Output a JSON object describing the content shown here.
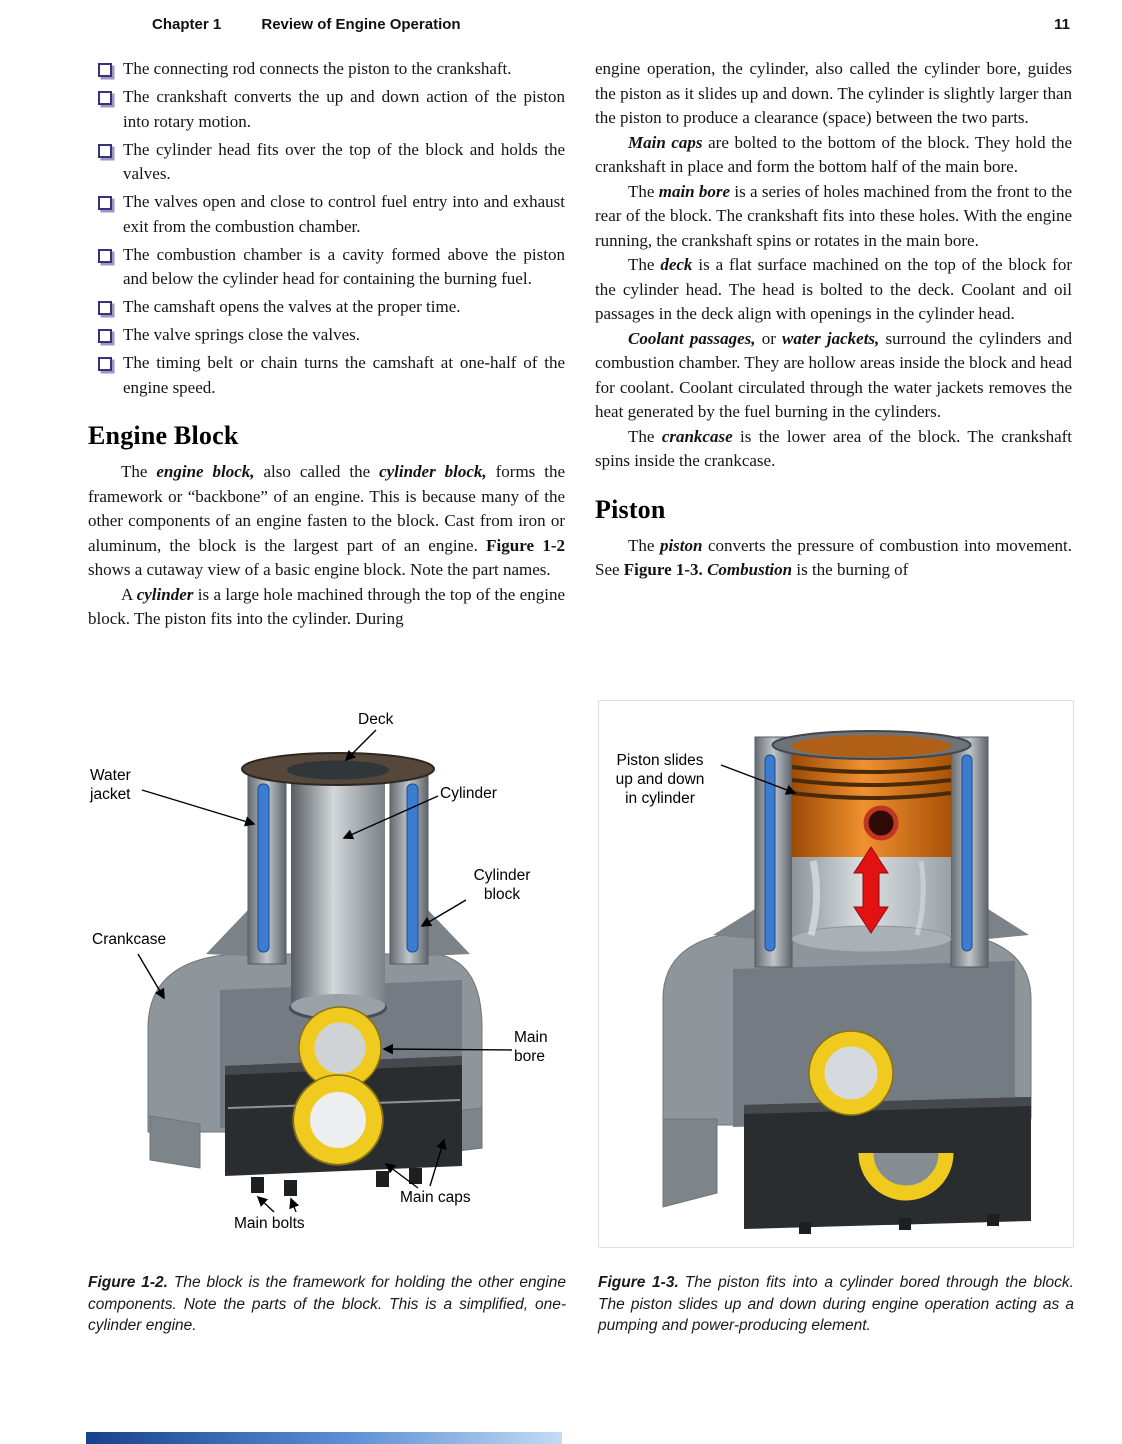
{
  "header": {
    "chapter": "Chapter 1",
    "title": "Review of Engine Operation",
    "page": "11"
  },
  "left_column": {
    "bullets": [
      "The connecting rod connects the piston to the crankshaft.",
      "The crankshaft converts the up and down action of the piston into rotary motion.",
      "The cylinder head fits over the top of the block and holds the valves.",
      "The valves open and close to control fuel entry into and exhaust exit from the combustion chamber.",
      "The combustion chamber is a cavity formed above the piston and below the cylinder head for containing the burning fuel.",
      "The camshaft opens the valves at the proper time.",
      "The valve springs close the valves.",
      "The timing belt or chain turns the camshaft at one-half of the engine speed."
    ],
    "heading": "Engine Block",
    "p1": [
      {
        "t": "The "
      },
      {
        "t": "engine block,",
        "s": "bi"
      },
      {
        "t": " also called the "
      },
      {
        "t": "cylinder block,",
        "s": "bi"
      },
      {
        "t": " forms the framework or “backbone” of an engine. This is because many of the other components of an engine fasten to the block. Cast from iron or aluminum, the block is the largest part of an engine. "
      },
      {
        "t": "Figure 1-2",
        "s": "b"
      },
      {
        "t": " shows a cutaway view of a basic engine block. Note the part names."
      }
    ],
    "p2": [
      {
        "t": "A "
      },
      {
        "t": "cylinder",
        "s": "bi"
      },
      {
        "t": " is a large hole machined through the top of the engine block. The piston fits into the cylinder. During"
      }
    ]
  },
  "right_column": {
    "p1": [
      {
        "t": "engine operation, the cylinder, also called the cylinder bore, guides the piston as it slides up and down. The cylinder is slightly larger than the piston to produce a clearance (space) between the two parts."
      }
    ],
    "p2": [
      {
        "t": "Main caps",
        "s": "bi"
      },
      {
        "t": " are bolted to the bottom of the block. They hold the crankshaft in place and form the bottom half of the main bore."
      }
    ],
    "p3": [
      {
        "t": "The "
      },
      {
        "t": "main bore",
        "s": "bi"
      },
      {
        "t": " is a series of holes machined from the front to the rear of the block. The crankshaft fits into these holes. With the engine running, the crankshaft spins or rotates in the main bore."
      }
    ],
    "p4": [
      {
        "t": "The "
      },
      {
        "t": "deck",
        "s": "bi"
      },
      {
        "t": " is a flat surface machined on the top of the block for the cylinder head. The head is bolted to the deck. Coolant and oil passages in the deck align with openings in the cylinder head."
      }
    ],
    "p5": [
      {
        "t": "Coolant passages,",
        "s": "bi"
      },
      {
        "t": " or "
      },
      {
        "t": "water jackets,",
        "s": "bi"
      },
      {
        "t": " surround the cylinders and combustion chamber. They are hollow areas inside the block and head for coolant. Coolant circulated through the water jackets removes the heat generated by the fuel burning in the cylinders."
      }
    ],
    "p6": [
      {
        "t": "The "
      },
      {
        "t": "crankcase",
        "s": "bi"
      },
      {
        "t": " is the lower area of the block. The crankshaft spins inside the crankcase."
      }
    ],
    "heading": "Piston",
    "p7": [
      {
        "t": "The "
      },
      {
        "t": "piston",
        "s": "bi"
      },
      {
        "t": " converts the pressure of combustion into movement. See "
      },
      {
        "t": "Figure 1-3.",
        "s": "b"
      },
      {
        "t": " "
      },
      {
        "t": "Combustion",
        "s": "bi"
      },
      {
        "t": " is the burning of"
      }
    ]
  },
  "figure2": {
    "labels": {
      "deck": "Deck",
      "water_jacket": "Water\njacket",
      "cylinder": "Cylinder",
      "cylinder_block": "Cylinder\nblock",
      "crankcase": "Crankcase",
      "main_bore": "Main\nbore",
      "main_caps": "Main caps",
      "main_bolts": "Main bolts"
    },
    "caption_tag": "Figure 1-2.",
    "caption": "The block is the framework for holding the other engine components. Note the parts of the block. This is a simplified, one-cylinder engine."
  },
  "figure3": {
    "labels": {
      "piston": "Piston slides\nup and down\nin cylinder"
    },
    "caption_tag": "Figure 1-3.",
    "caption": "The piston fits into a cylinder bored through the block. The piston slides up and down during engine operation acting as a pumping and power-producing element."
  },
  "colors": {
    "block_gray": "#8e959b",
    "cap_dark": "#2a2d2f",
    "bore_yellow": "#f1ca1f",
    "water_blue": "#3c7cd0",
    "piston_orange": "#e8821e",
    "arrow_red": "#e21212",
    "footer_blue": "#16418f"
  }
}
